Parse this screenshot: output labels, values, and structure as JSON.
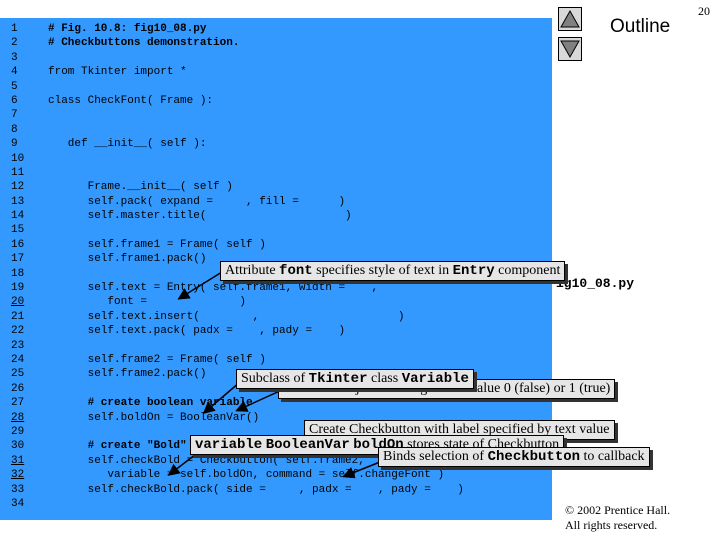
{
  "page_number": "20",
  "outline_label": "Outline",
  "file_name_visible": "ig10_08.py",
  "copyright": {
    "line1": "© 2002 Prentice Hall.",
    "line2": "All rights reserved."
  },
  "line_numbers": [
    "1",
    "2",
    "3",
    "4",
    "5",
    "6",
    "7",
    "8",
    "9",
    "10",
    "11",
    "12",
    "13",
    "14",
    "15",
    "16",
    "17",
    "18",
    "19",
    "20",
    "21",
    "22",
    "23",
    "24",
    "25",
    "26",
    "27",
    "28",
    "29",
    "30",
    "31",
    "32",
    "33",
    "34"
  ],
  "code_lines": [
    "# Fig. 10.8: fig10_08.py",
    "# Checkbuttons demonstration.",
    "",
    "from Tkinter import *",
    "",
    "class CheckFont( Frame ):",
    "",
    "",
    "   def __init__( self ):",
    "",
    "",
    "      Frame.__init__( self )",
    "      self.pack( expand =     , fill =      )",
    "      self.master.title(                     )",
    "",
    "      self.frame1 = Frame( self )",
    "      self.frame1.pack()",
    "",
    "      self.text = Entry( self.frame1, width =    ,",
    "         font =              )",
    "      self.text.insert(        ,                     )",
    "      self.text.pack( padx =    , pady =    )",
    "",
    "      self.frame2 = Frame( self )",
    "      self.frame2.pack()",
    "",
    "      # create boolean variable",
    "      self.boldOn = BooleanVar()",
    "",
    "      # create \"Bold\" checkbutton",
    "      self.checkBold = Checkbutton( self.frame2,",
    "         variable = self.boldOn, command = self.changeFont )",
    "      self.checkBold.pack( side =     , padx =    , pady =    )",
    ""
  ],
  "callouts": {
    "font_attr": {
      "pre": "Attribute ",
      "m1": "font",
      "mid": " specifies style of text in ",
      "m2": "Entry",
      "post": " component"
    },
    "container": {
      "text": "Container object for integer with value 0 (false) or 1 (true)"
    },
    "subclass": {
      "pre": "Subclass of ",
      "m1": "Tkinter",
      "mid": " class ",
      "m2": "Variable"
    },
    "create_checkbutton": {
      "text": "Create Checkbutton with label specified by text value"
    },
    "variable_attr": {
      "m1": "variable",
      "mid": " ",
      "m2": "BooleanVar",
      "sp": " ",
      "m3": "boldOn",
      "post": " stores state of Checkbutton"
    },
    "binds": {
      "pre": "Binds selection of ",
      "m1": "Checkbutton",
      "post": " to callback"
    }
  }
}
